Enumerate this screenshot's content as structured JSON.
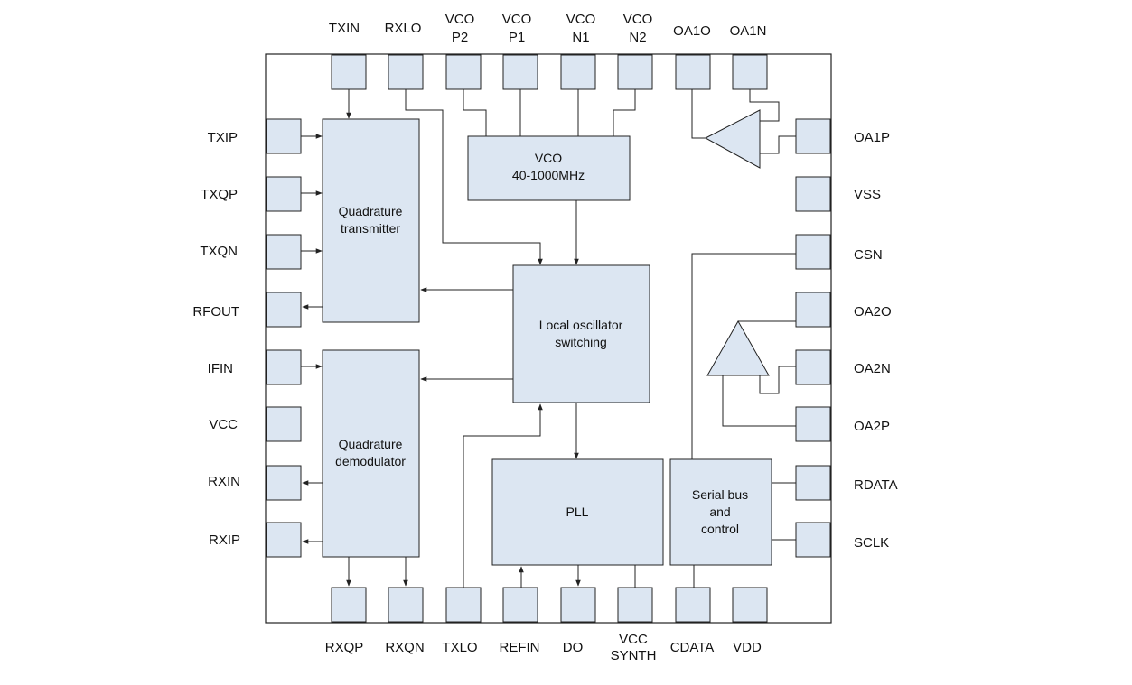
{
  "top_pins": {
    "txin": "TXIN",
    "rxlo": "RXLO",
    "vcop2": [
      "VCO",
      "P2"
    ],
    "vcop1": [
      "VCO",
      "P1"
    ],
    "vcon1": [
      "VCO",
      "N1"
    ],
    "vcon2": [
      "VCO",
      "N2"
    ],
    "oa1o": "OA1O",
    "oa1n": "OA1N"
  },
  "left_pins": {
    "txip": "TXIP",
    "txqp": "TXQP",
    "txqn": "TXQN",
    "rfout": "RFOUT",
    "ifin": "IFIN",
    "vcc": "VCC",
    "rxin": "RXIN",
    "rxip": "RXIP"
  },
  "right_pins": {
    "oa1p": "OA1P",
    "vss": "VSS",
    "csn": "CSN",
    "oa2o": "OA2O",
    "oa2n": "OA2N",
    "oa2p": "OA2P",
    "rdata": "RDATA",
    "sclk": "SCLK"
  },
  "bottom_pins": {
    "rxqp": "RXQP",
    "rxqn": "RXQN",
    "txlo": "TXLO",
    "refin": "REFIN",
    "do": "DO",
    "vccsynth": [
      "VCC",
      "SYNTH"
    ],
    "cdata": "CDATA",
    "vdd": "VDD"
  },
  "blocks": {
    "transmitter": [
      "Quadrature",
      "transmitter"
    ],
    "demodulator": [
      "Quadrature",
      "demodulator"
    ],
    "vco": [
      "VCO",
      "40-1000MHz"
    ],
    "lo_switching": [
      "Local oscillator",
      "switching"
    ],
    "pll": "PLL",
    "serial": [
      "Serial bus",
      "and",
      "control"
    ]
  }
}
